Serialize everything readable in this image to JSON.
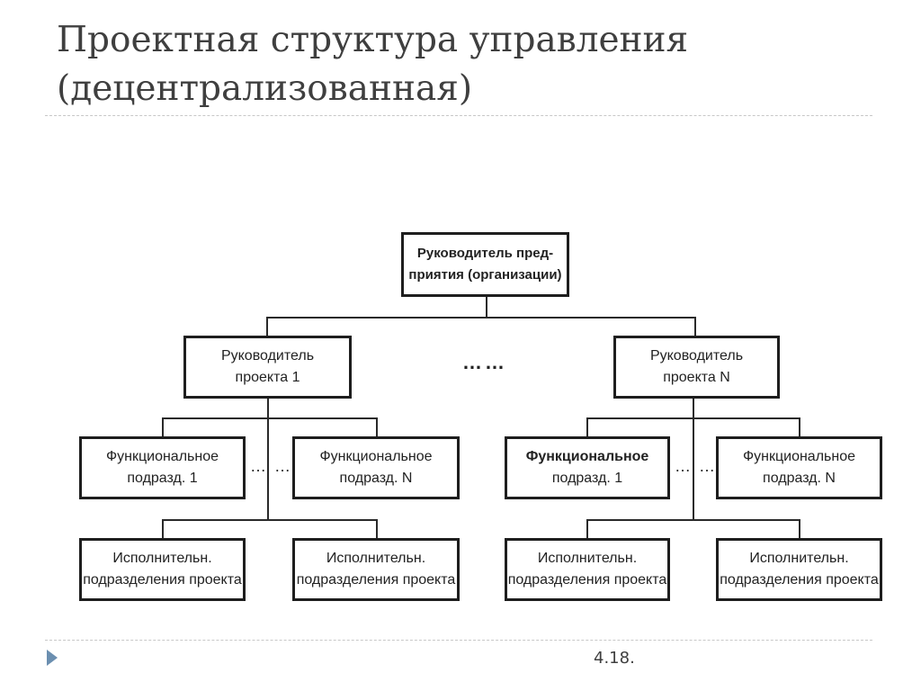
{
  "slide": {
    "title_line1": "Проектная структура управления",
    "title_line2": "(децентрализованная)",
    "page_number": "4.18."
  },
  "diagram": {
    "root": {
      "line1": "Руководитель пред-",
      "line2": "приятия (организации)"
    },
    "manager_1": {
      "line1": "Руководитель",
      "line2": "проекта 1"
    },
    "manager_n": {
      "line1": "Руководитель",
      "line2": "проекта N"
    },
    "between_managers": "……",
    "between_depts": "… …",
    "functional_1": {
      "line1": "Функциональное",
      "line2": "подразд. 1"
    },
    "functional_n": {
      "line1": "Функциональное",
      "line2": "подразд. N"
    },
    "exec": {
      "line1": "Исполнительн.",
      "line2": "подразделения проекта"
    }
  }
}
